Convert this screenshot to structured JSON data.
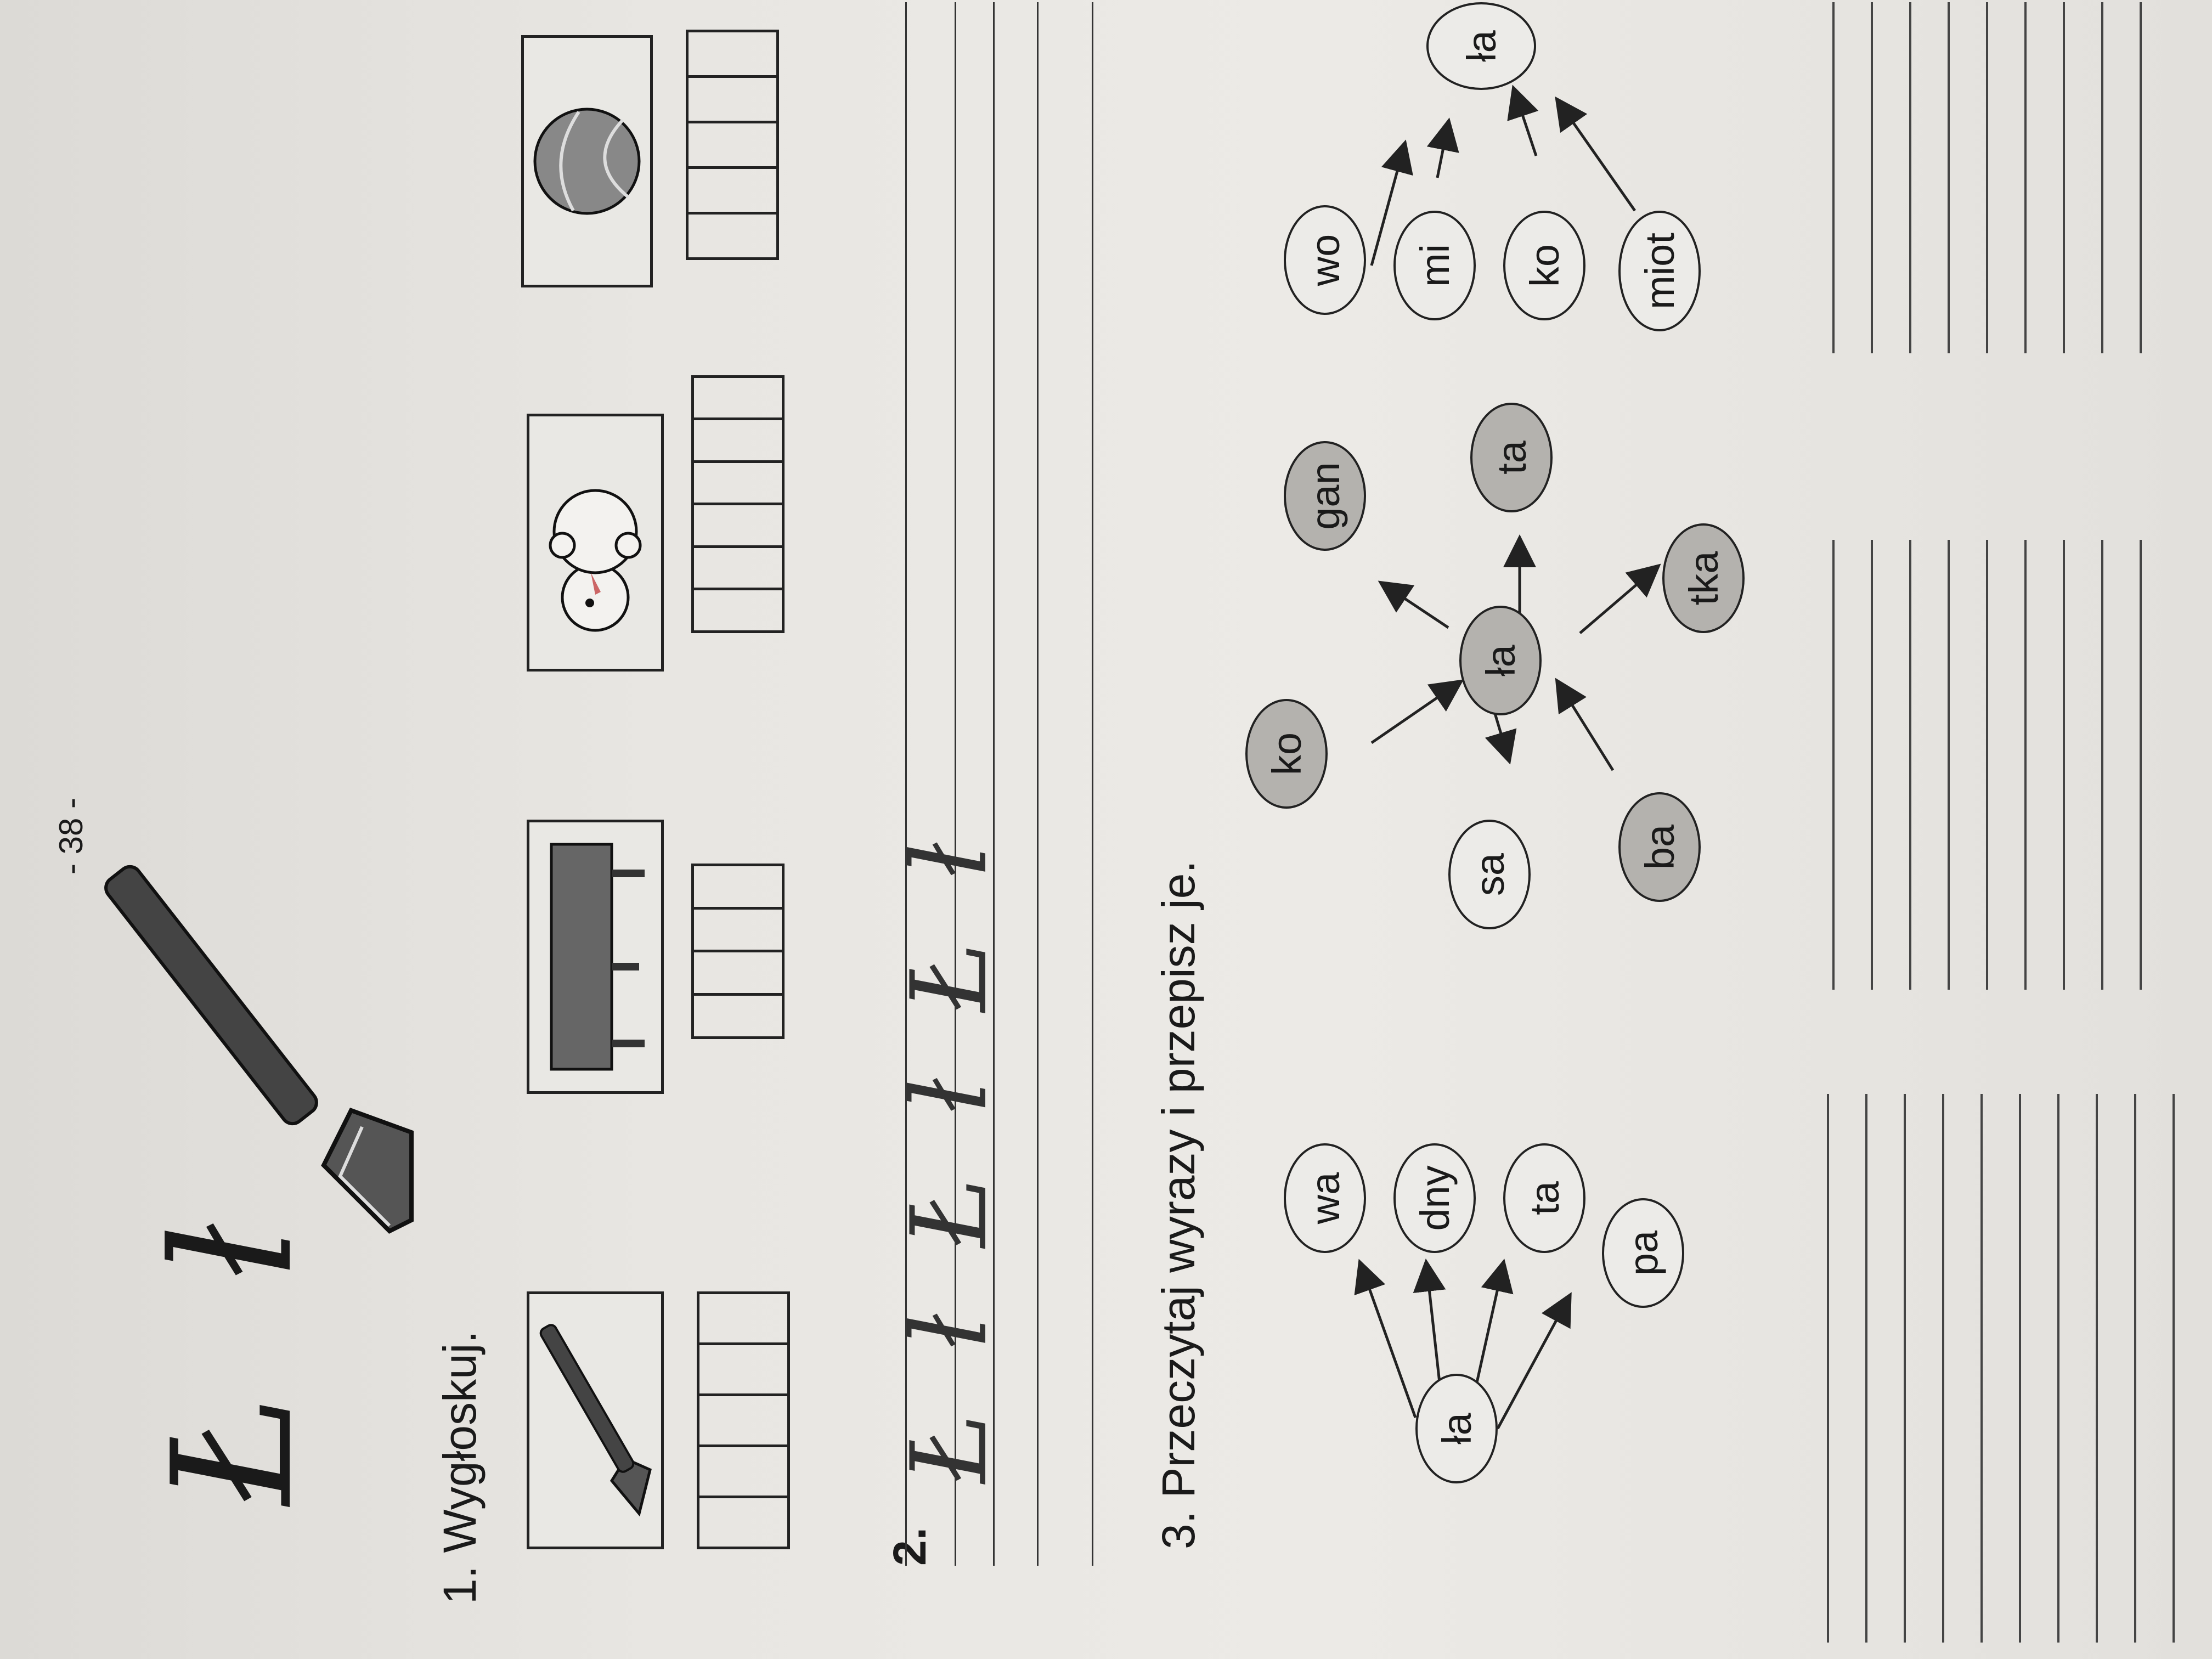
{
  "page_number": "- 38 -",
  "letters": "Ł ł",
  "exercise1": {
    "title": "1. Wygłoskuj.",
    "items": [
      {
        "picture": "shovel-icon",
        "boxes": 5
      },
      {
        "picture": "bench-icon",
        "boxes": 4
      },
      {
        "picture": "snowman-icon",
        "boxes": 6
      },
      {
        "picture": "ball-icon",
        "boxes": 5
      }
    ]
  },
  "exercise2": {
    "title": "2.",
    "trace_letters": "Ł ł Ł ł Ł ł"
  },
  "exercise3": {
    "title": "3. Przeczytaj wyrazy i przepisz je.",
    "group1": {
      "center": "ła",
      "satellites": [
        "wa",
        "dny",
        "ta",
        "pa"
      ]
    },
    "group2": {
      "center": "ła",
      "satellites": [
        "sa",
        "ko",
        "ba",
        "gan",
        "tka",
        "ta"
      ]
    },
    "group3": {
      "center": "ła",
      "satellites": [
        "wo",
        "mi",
        "ko",
        "miot"
      ]
    }
  }
}
